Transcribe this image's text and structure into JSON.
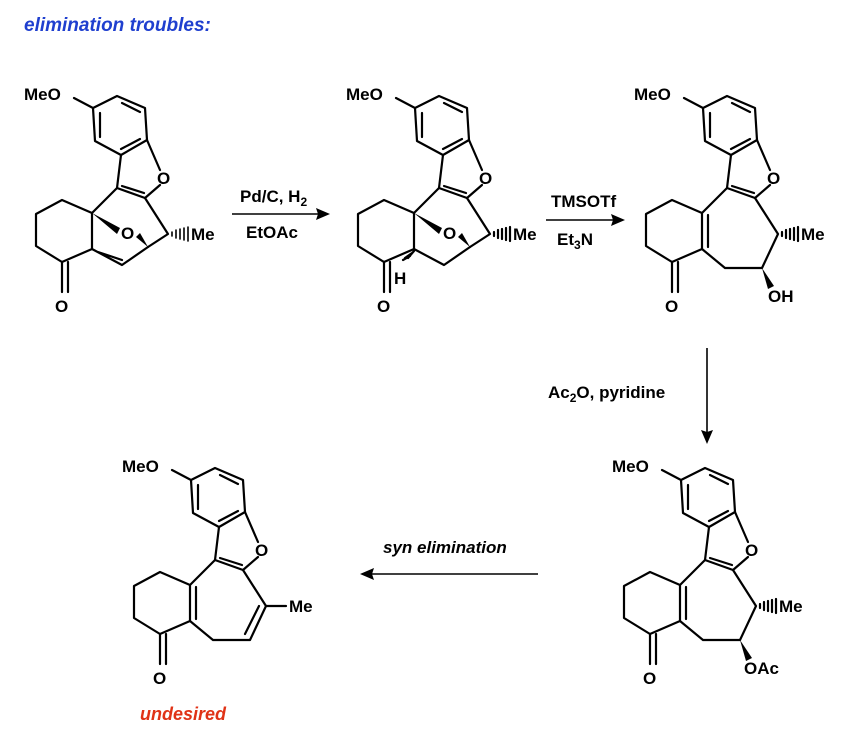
{
  "title": "elimination troubles:",
  "colors": {
    "title": "#1f3fcf",
    "undesired_label": "#e03216"
  },
  "labels": {
    "methoxy": "MeO",
    "oxygen": "O",
    "methyl": "Me",
    "hydroxyl": "OH",
    "acetate": "OAc",
    "hydrogen": "H"
  },
  "steps": {
    "step1": {
      "reagent_top": "Pd/C, H",
      "reagent_top_sub": "2",
      "reagent_bottom": "EtOAc"
    },
    "step2": {
      "reagent_top": "TMSOTf",
      "reagent_bottom_a": "Et",
      "reagent_bottom_sub": "3",
      "reagent_bottom_b": "N"
    },
    "step3": {
      "reagent_a": "Ac",
      "reagent_sub": "2",
      "reagent_b": "O, pyridine"
    },
    "step4": {
      "reagent": "syn elimination"
    }
  },
  "product_label": "undesired"
}
